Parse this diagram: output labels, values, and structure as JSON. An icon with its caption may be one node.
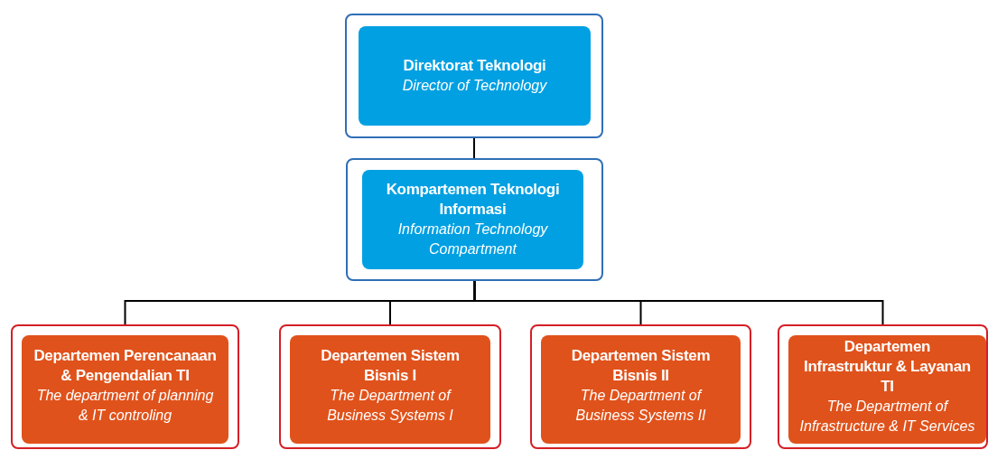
{
  "diagram": {
    "nodes": [
      {
        "text": [],
        "shape": "box"
      },
      {
        "text": [
          "Direktorat Teknologi",
          "Director of Technology"
        ],
        "in": 0
      },
      {
        "text": [],
        "shape": "box"
      },
      {
        "text": [
          "Kompartemen Teknologi Informasi",
          "Information Technology Compartment"
        ],
        "in": 2
      },
      {
        "text": [],
        "shape": "box"
      },
      {
        "text": [
          "Departemen Perencanaan & Pengendalian TI",
          "The department of planning & IT controling"
        ],
        "in": 4
      },
      {
        "text": [],
        "shape": "box"
      },
      {
        "text": [
          "Departemen Sistem Bisnis I",
          "The Department of Business Systems I"
        ],
        "in": 6
      },
      {
        "text": [],
        "shape": "box"
      },
      {
        "text": [
          "Departemen Sistem Bisnis II",
          "The Department of Business Systems II"
        ],
        "in": 8
      },
      {
        "text": [],
        "shape": "box"
      },
      {
        "text": [
          "Departemen Infrastruktur & Layanan TI",
          "The Department of Infrastructure & IT Services"
        ],
        "in": 10
      }
    ],
    "edges": [
      {
        "from": 0,
        "to": 2,
        "arrow": "none"
      },
      {
        "from": 2,
        "to": 4,
        "arrow": "none"
      },
      {
        "from": 2,
        "to": 6,
        "arrow": "none"
      },
      {
        "from": 2,
        "to": 8,
        "arrow": "none"
      },
      {
        "from": 2,
        "to": 10,
        "arrow": "none"
      }
    ]
  }
}
